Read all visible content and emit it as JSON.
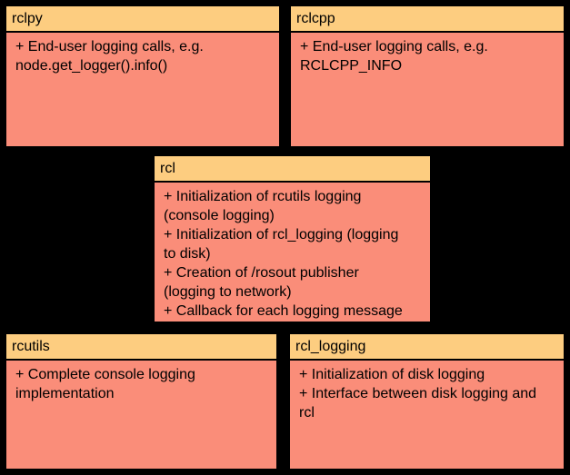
{
  "colors": {
    "canvas_bg": "#000000",
    "header_bg": "#FDCD80",
    "body_bg": "#FA8D79",
    "border": "#000000",
    "text": "#000000"
  },
  "diagram": {
    "type": "package-diagram",
    "boxes": [
      {
        "id": "rclpy",
        "title": "rclpy",
        "body": "+ End-user logging calls, e.g.\nnode.get_logger().info()"
      },
      {
        "id": "rclcpp",
        "title": "rclcpp",
        "body": "+ End-user logging calls, e.g.\nRCLCPP_INFO"
      },
      {
        "id": "rcl",
        "title": "rcl",
        "body": "+ Initialization of rcutils logging\n(console logging)\n+ Initialization of rcl_logging (logging\nto disk)\n+ Creation of /rosout publisher\n(logging to network)\n+ Callback for each logging message"
      },
      {
        "id": "rcutils",
        "title": "rcutils",
        "body": "+ Complete console logging\nimplementation"
      },
      {
        "id": "rcl_logging",
        "title": "rcl_logging",
        "body": "+ Initialization of disk logging\n+ Interface between disk logging and\nrcl"
      }
    ]
  }
}
